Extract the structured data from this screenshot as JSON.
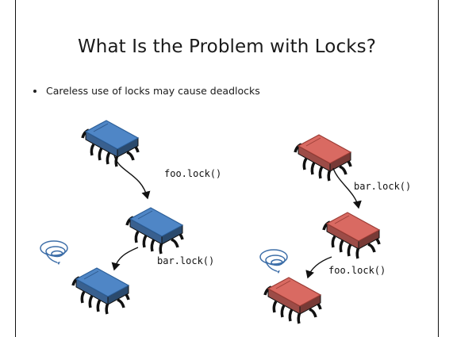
{
  "slide": {
    "title": "What Is the Problem with Locks?",
    "bullets": [
      "Careless use of locks may cause deadlocks"
    ]
  },
  "diagram": {
    "left_thread": {
      "color": "#4f86c6",
      "edge_color": "#2c5f99",
      "calls": [
        "foo.lock()",
        "bar.lock()"
      ],
      "spinning": true
    },
    "right_thread": {
      "color": "#d96a62",
      "edge_color": "#9c3d36",
      "calls": [
        "bar.lock()",
        "foo.lock()"
      ],
      "spinning": true
    },
    "spin_color": "#3d6ea8"
  }
}
